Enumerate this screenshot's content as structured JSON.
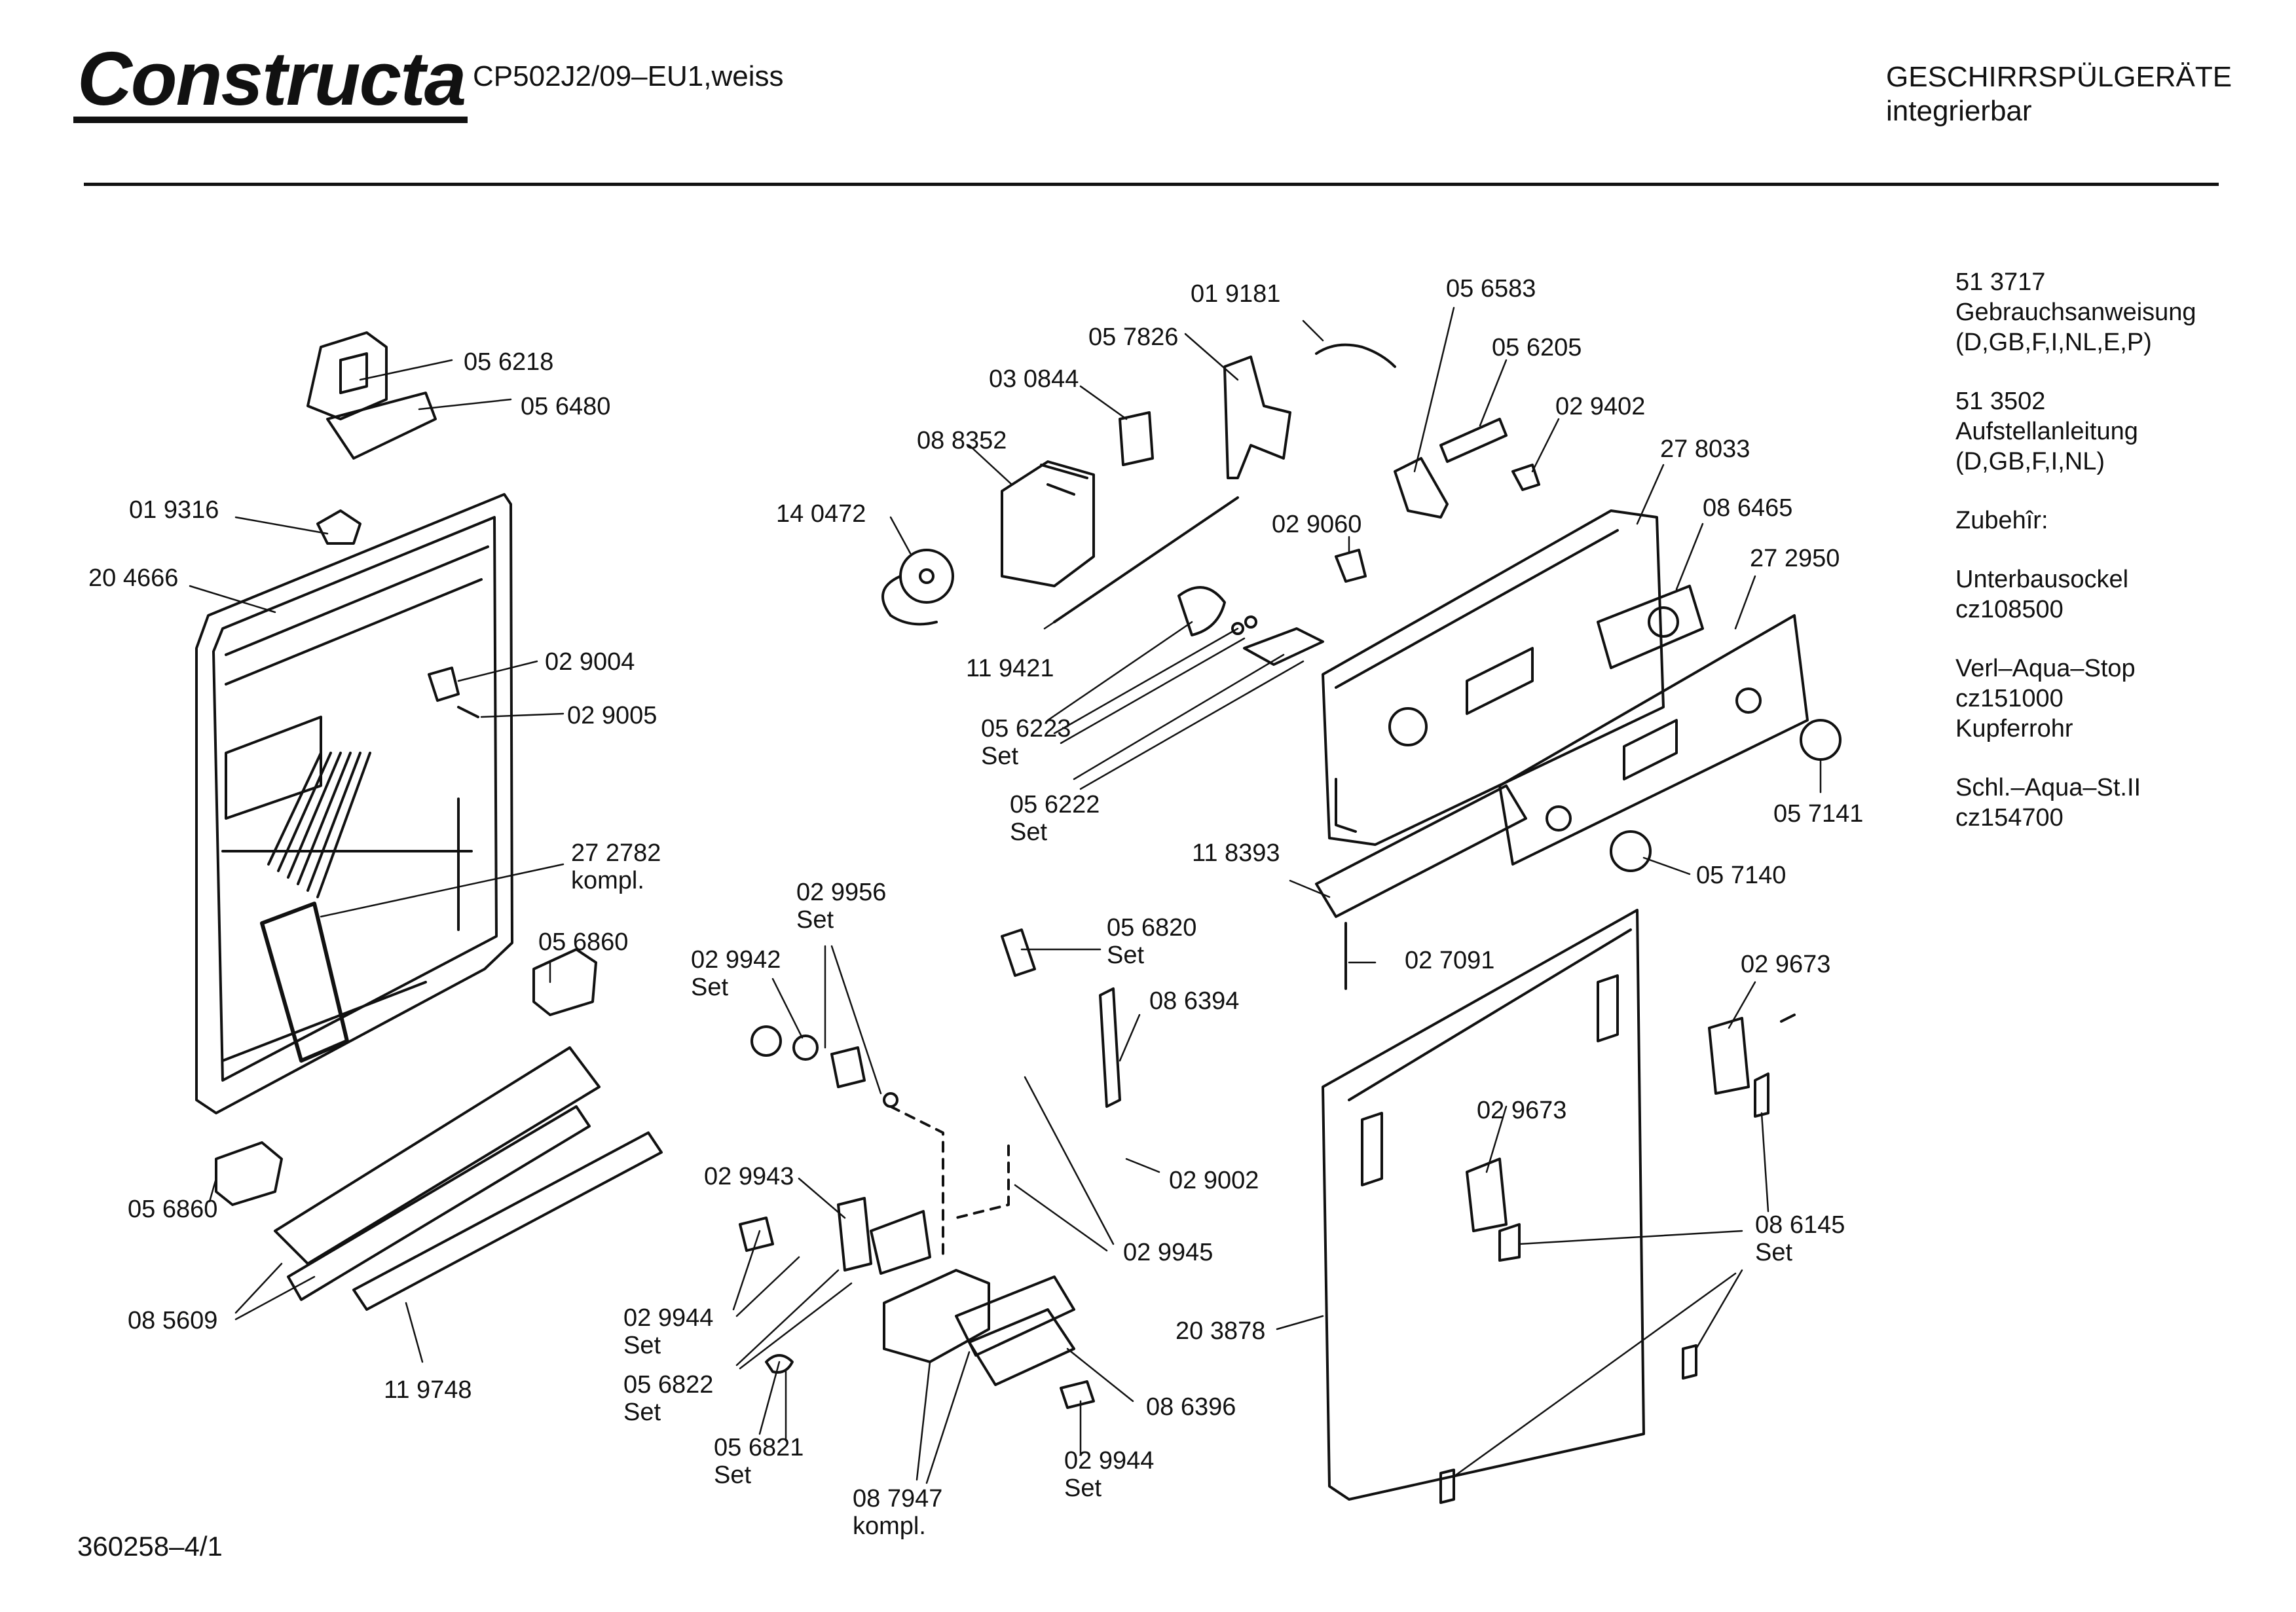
{
  "header": {
    "brand": "Constructa",
    "model": "CP502J2/09–EU1,weiss",
    "category_line1": "GESCHIRRSPÜLGERÄTE",
    "category_line2": "integrierbar"
  },
  "footer": {
    "sheet_id": "360258–4/1"
  },
  "sidebar_notes": [
    "51 3717\nGebrauchsanweisung\n(D,GB,F,I,NL,E,P)",
    "51 3502\nAufstellanleitung\n(D,GB,F,I,NL)",
    "Zubehîr:",
    "Unterbausockel\ncz108500",
    "Verl–Aqua–Stop\ncz151000\nKupferrohr",
    "Schl.–Aqua–St.II\ncz154700"
  ],
  "part_labels": [
    "05 6218",
    "05 6480",
    "01 9316",
    "20 4666",
    "02 9004",
    "02 9005",
    "27 2782\nkompl.",
    "05 6860",
    "05 6860",
    "08 5609",
    "11 9748",
    "01 9181",
    "05 7826",
    "03 0844",
    "08 8352",
    "14 0472",
    "11 9421",
    "05 6223\nSet",
    "05 6222\nSet",
    "05 6583",
    "05 6205",
    "02 9402",
    "27 8033",
    "02 9060",
    "08 6465",
    "27 2950",
    "05 7141",
    "05 7140",
    "11 8393",
    "02 7091",
    "02 9956\nSet",
    "02 9942\nSet",
    "05 6820\nSet",
    "08 6394",
    "02 9002",
    "02 9945",
    "02 9943",
    "02 9944\nSet",
    "05 6822\nSet",
    "05 6821\nSet",
    "08 7947\nkompl.",
    "08 6396",
    "02 9944\nSet",
    "02 9673",
    "02 9673",
    "08 6145\nSet",
    "20 3878"
  ]
}
